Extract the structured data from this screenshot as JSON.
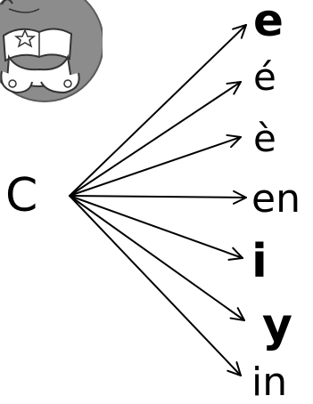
{
  "source": "C",
  "targets": [
    "e",
    "é",
    "è",
    "en",
    "i",
    "y",
    "in"
  ],
  "logo": {
    "name": "child-reading-book-logo",
    "circle_color": "#8a8a8a"
  },
  "colors": {
    "ink": "#000000",
    "background": "#ffffff"
  }
}
